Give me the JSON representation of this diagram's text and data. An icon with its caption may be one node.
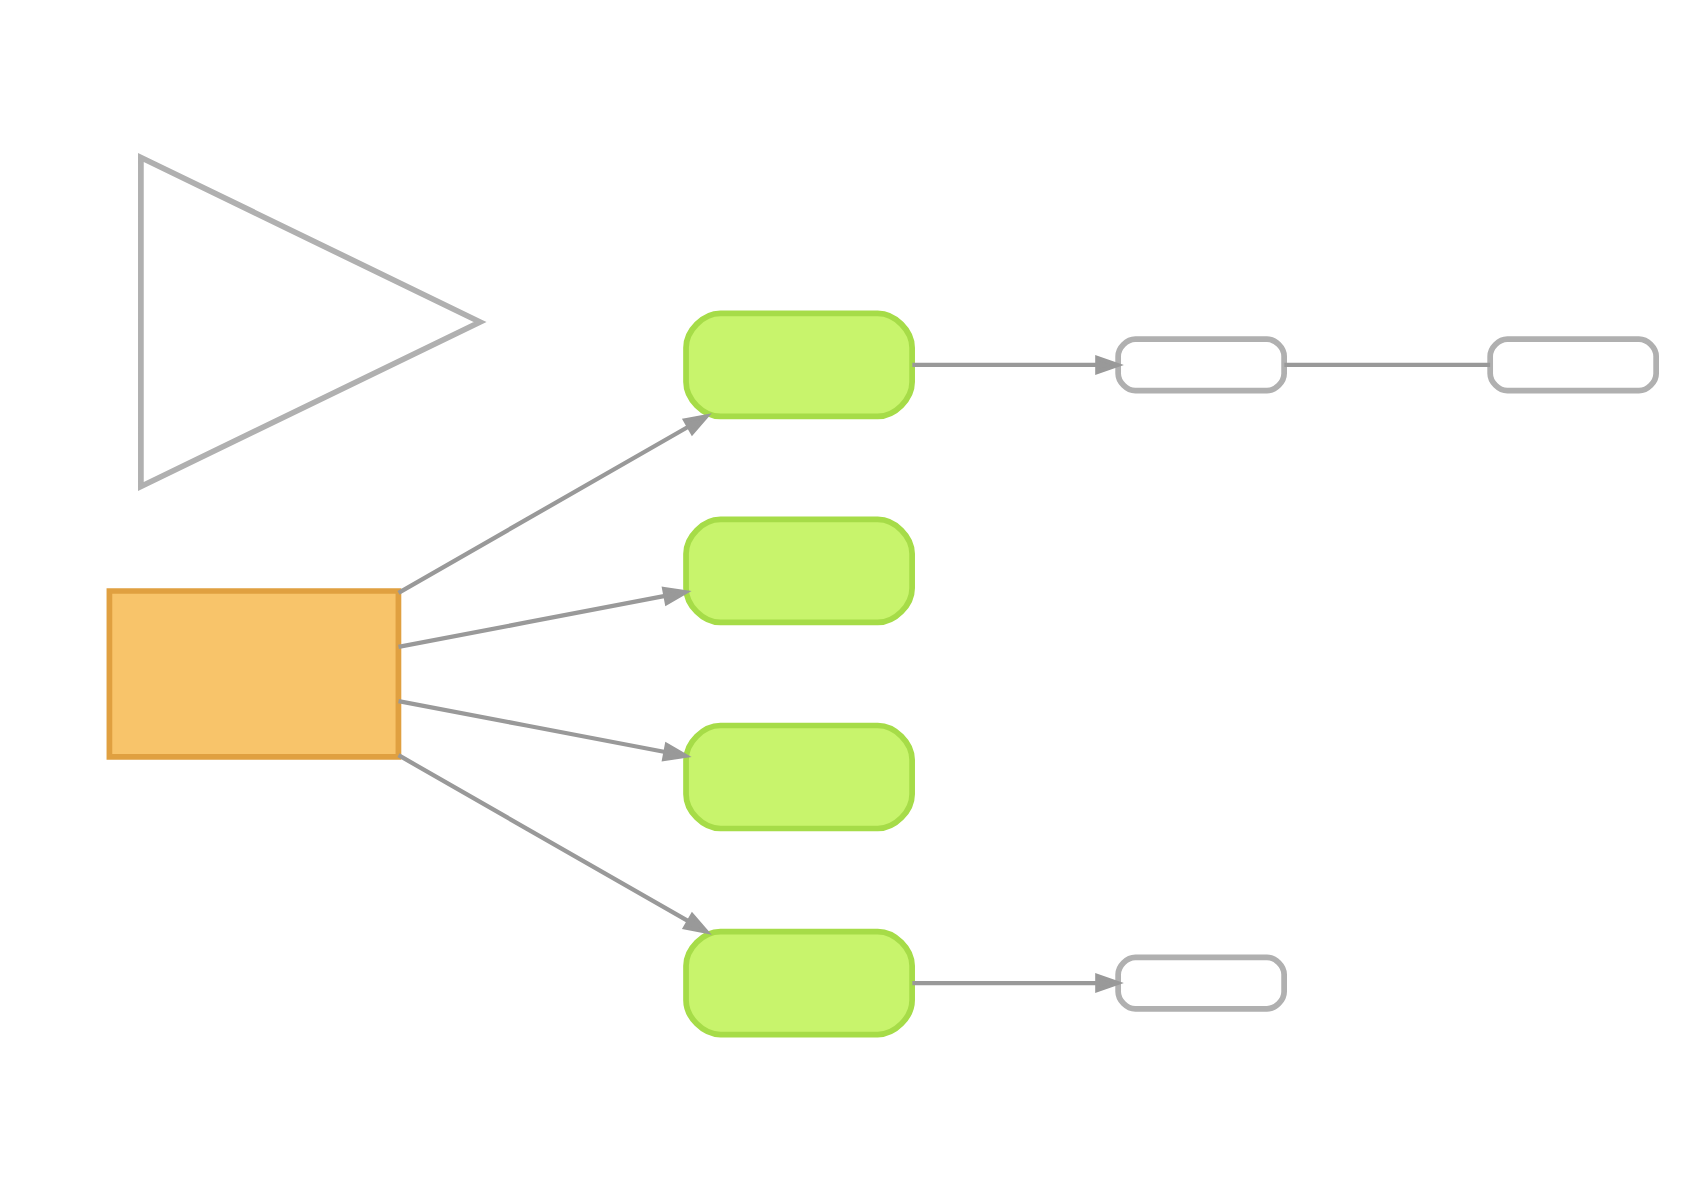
{
  "diagram": {
    "nodes": [
      {
        "text": [],
        "shape": "box"
      },
      {
        "text": [],
        "shape": "box"
      },
      {
        "text": [],
        "shape": "box"
      },
      {
        "text": [],
        "shape": "box"
      },
      {
        "text": [],
        "shape": "box"
      },
      {
        "text": [],
        "shape": "box"
      },
      {
        "text": [],
        "shape": "box"
      },
      {
        "text": [],
        "shape": "box"
      },
      {
        "text": [],
        "shape": "triangle"
      }
    ],
    "edges": [
      {
        "from": 0,
        "to": 1,
        "arrow": "to"
      },
      {
        "from": 0,
        "to": 2,
        "arrow": "to"
      },
      {
        "from": 0,
        "to": 3,
        "arrow": "to"
      },
      {
        "from": 0,
        "to": 4,
        "arrow": "to"
      },
      {
        "from": 1,
        "to": 5,
        "arrow": "to"
      },
      {
        "from": 5,
        "to": 6,
        "arrow": "none"
      },
      {
        "from": 4,
        "to": 7,
        "arrow": "to"
      }
    ]
  }
}
